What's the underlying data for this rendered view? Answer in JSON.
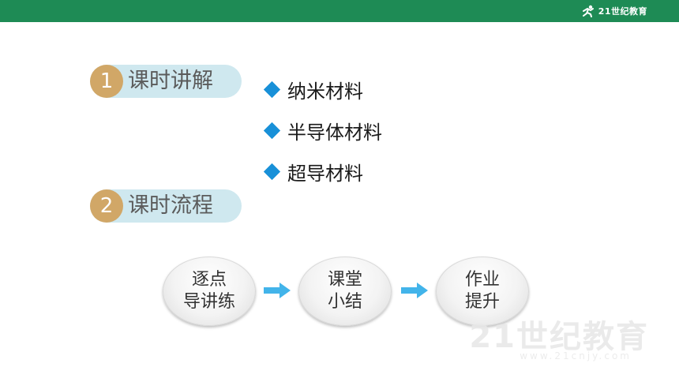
{
  "header": {
    "brand_text": "21世纪教育",
    "brand_icon": "runner-logo-icon",
    "bar_color": "#1e8b55"
  },
  "sections": [
    {
      "number": "1",
      "title": "课时讲解"
    },
    {
      "number": "2",
      "title": "课时流程"
    }
  ],
  "bullets": [
    {
      "text": "纳米材料"
    },
    {
      "text": "半导体材料"
    },
    {
      "text": "超导材料"
    }
  ],
  "flow": [
    {
      "line1": "逐点",
      "line2": "导讲练"
    },
    {
      "line1": "课堂",
      "line2": "小结"
    },
    {
      "line1": "作业",
      "line2": "提升"
    }
  ],
  "colors": {
    "pill": "#cfe8ef",
    "number_circle": "#d1a767",
    "diamond": "#1890d8",
    "arrow": "#42b4ea"
  },
  "watermark": {
    "main": "21世纪教育",
    "sub": "www.21cnjy.com"
  }
}
